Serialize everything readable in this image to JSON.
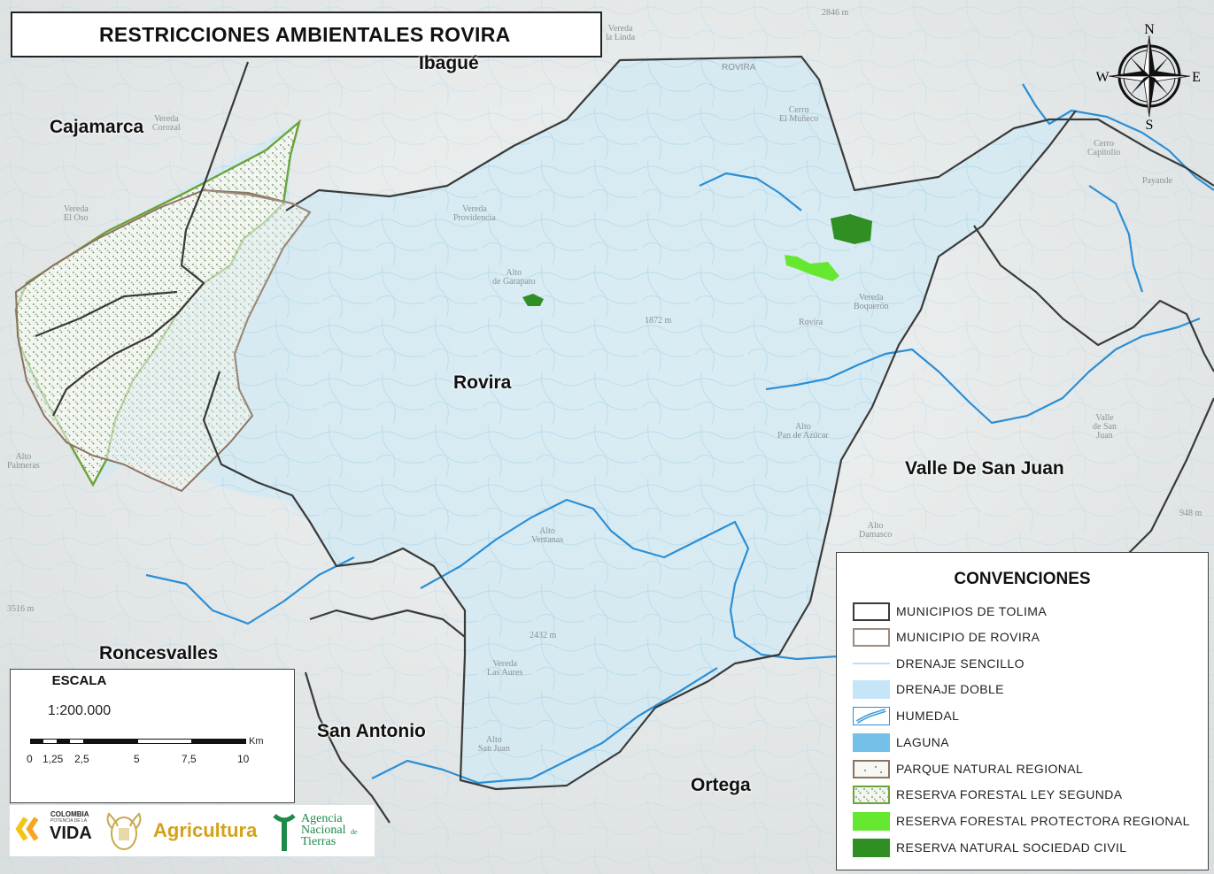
{
  "title": "RESTRICCIONES AMBIENTALES ROVIRA",
  "places": {
    "ibague": "Ibagué",
    "cajamarca": "Cajamarca",
    "rovira": "Rovira",
    "valle": "Valle De San Juan",
    "roncesvalles": "Roncesvalles",
    "san_antonio": "San Antonio",
    "ortega": "Ortega"
  },
  "minor_labels": [
    {
      "id": "la-linda",
      "text": "Vereda\nla Linda"
    },
    {
      "id": "alt-2846",
      "text": "2846 m"
    },
    {
      "id": "cerro-muneco",
      "text": "Cerro\nEl Muñeco"
    },
    {
      "id": "rovira-road",
      "text": "ROVIRA"
    },
    {
      "id": "vereda-corozal",
      "text": "Vereda\nCorozal"
    },
    {
      "id": "vereda-el-oso",
      "text": "Vereda\nEl Oso"
    },
    {
      "id": "vereda-providencia",
      "text": "Vereda\nProvidencia"
    },
    {
      "id": "alto-garapato",
      "text": "Alto\nde Garapato"
    },
    {
      "id": "alt-1872",
      "text": "1872 m"
    },
    {
      "id": "vereda-boqueron",
      "text": "Vereda\nBoquerón"
    },
    {
      "id": "rovira-town",
      "text": "Rovira"
    },
    {
      "id": "cerro-capote",
      "text": "Cerro\nCapitolio"
    },
    {
      "id": "payande",
      "text": "Payande"
    },
    {
      "id": "alto-pan",
      "text": "Alto\nPan de Azúcar"
    },
    {
      "id": "valle-town",
      "text": "Valle\nde San\nJuan"
    },
    {
      "id": "alto-palmeras",
      "text": "Alto\nPalmeras"
    },
    {
      "id": "alt-3516",
      "text": "3516 m"
    },
    {
      "id": "alto-ventanas",
      "text": "Alto\nVentanas"
    },
    {
      "id": "alto-delgado",
      "text": "Alto\nDamasco"
    },
    {
      "id": "alt-2432",
      "text": "2432 m"
    },
    {
      "id": "vereda-aures",
      "text": "Vereda\nLas Aures"
    },
    {
      "id": "alto-san-juan",
      "text": "Alto\nSan Juan"
    },
    {
      "id": "alt-948",
      "text": "948 m"
    }
  ],
  "compass": {
    "n": "N",
    "s": "S",
    "e": "E",
    "w": "W"
  },
  "legend": {
    "title": "CONVENCIONES",
    "items": [
      {
        "id": "municipios-tolima",
        "label": "MUNICIPIOS DE TOLIMA"
      },
      {
        "id": "municipio-rovira",
        "label": "MUNICIPIO DE ROVIRA"
      },
      {
        "id": "drenaje-sencillo",
        "label": "DRENAJE SENCILLO"
      },
      {
        "id": "drenaje-doble",
        "label": "DRENAJE DOBLE"
      },
      {
        "id": "humedal",
        "label": "HUMEDAL"
      },
      {
        "id": "laguna",
        "label": "LAGUNA"
      },
      {
        "id": "parque-natural",
        "label": "PARQUE NATURAL REGIONAL"
      },
      {
        "id": "reserva-ley-segunda",
        "label": "RESERVA FORESTAL LEY SEGUNDA"
      },
      {
        "id": "reserva-protectora",
        "label": "RESERVA FORESTAL PROTECTORA REGIONAL"
      },
      {
        "id": "reserva-sociedad-civil",
        "label": "RESERVA NATURAL SOCIEDAD CIVIL"
      }
    ]
  },
  "scale": {
    "title": "ESCALA",
    "ratio": "1:200.000",
    "unit": "Km",
    "ticks": [
      "0",
      "1,25",
      "2,5",
      "5",
      "7,5",
      "10"
    ]
  },
  "logos": {
    "colombia_small": "COLOMBIA",
    "colombia_sub": "POTENCIA DE LA",
    "vida": "VIDA",
    "agricultura": "Agricultura",
    "agencia_1": "Agencia",
    "agencia_2": "Nacional",
    "agencia_de": "de",
    "agencia_3": "Tierras"
  },
  "colors": {
    "municipios": "#3a3a3a",
    "rovira_boundary": "#8b7a6a",
    "drenaje_sencillo": "#bfe0f2",
    "drenaje_doble": "#c6e6f8",
    "humedal": "#2a8fd6",
    "laguna": "#74c0e8",
    "parque": "#8b7361",
    "ley_segunda": "#6aa33a",
    "protectora": "#66e830",
    "sociedad_civil": "#2f8f22"
  }
}
